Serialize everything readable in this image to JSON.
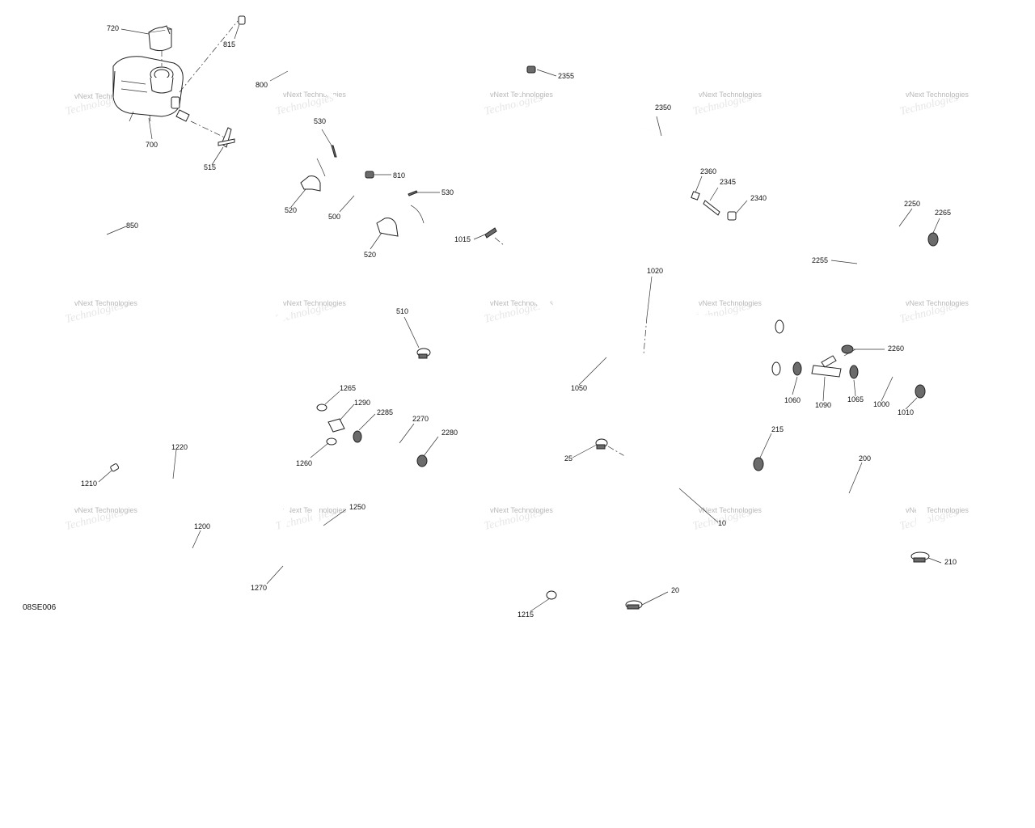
{
  "drawing": {
    "code": "08SE006",
    "watermark": "vNext Technologies"
  },
  "callouts": [
    "720",
    "815",
    "800",
    "700",
    "515",
    "530",
    "810",
    "530b",
    "520",
    "500",
    "520b",
    "850",
    "1015",
    "510",
    "2355",
    "2350",
    "2360",
    "2345",
    "2340",
    "1020",
    "1050",
    "2250",
    "2265",
    "2255",
    "2260",
    "1060",
    "1090",
    "1065",
    "1000",
    "1010",
    "1265",
    "1290",
    "2285",
    "2270",
    "2280",
    "1220",
    "1260",
    "1210",
    "1250",
    "1200",
    "1270",
    "1215",
    "25",
    "215",
    "200",
    "10",
    "20",
    "210"
  ],
  "labels": {
    "720": "720",
    "815": "815",
    "800": "800",
    "700": "700",
    "515": "515",
    "530": "530",
    "810": "810",
    "530b": "530",
    "520": "520",
    "500": "500",
    "520b": "520",
    "850": "850",
    "1015": "1015",
    "510": "510",
    "2355": "2355",
    "2350": "2350",
    "2360": "2360",
    "2345": "2345",
    "2340": "2340",
    "1020": "1020",
    "1050": "1050",
    "2250": "2250",
    "2265": "2265",
    "2255": "2255",
    "2260": "2260",
    "1060": "1060",
    "1090": "1090",
    "1065": "1065",
    "1000": "1000",
    "1010": "1010",
    "1265": "1265",
    "1290": "1290",
    "2285": "2285",
    "2270": "2270",
    "2280": "2280",
    "1220": "1220",
    "1260": "1260",
    "1210": "1210",
    "1250": "1250",
    "1200": "1200",
    "1270": "1270",
    "1215": "1215",
    "25": "25",
    "215": "215",
    "200": "200",
    "10": "10",
    "20": "20",
    "210": "210"
  }
}
